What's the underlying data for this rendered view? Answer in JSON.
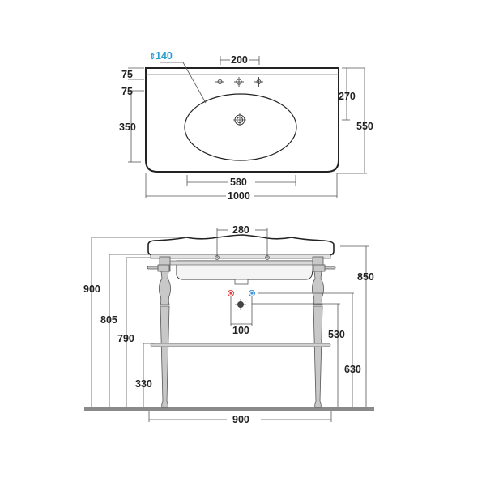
{
  "diagram": {
    "type": "technical-dimension-drawing",
    "subject": "washbasin with console legs",
    "colors": {
      "outline": "#222222",
      "dimension_line": "#555555",
      "leg_fill": "#c8c8c8",
      "floor": "#8a8a8a",
      "overflow_label": "#2a9fd6",
      "hot_tap": "#e04040",
      "cold_tap": "#3a8fd6"
    },
    "top_view": {
      "overflow_height": "140",
      "tap_spacing": "200",
      "edge_offset_1": "75",
      "edge_offset_2": "75",
      "bowl_depth": "350",
      "drain_offset": "270",
      "total_depth": "550",
      "bowl_width": "580",
      "total_width": "1000"
    },
    "front_view": {
      "tap_spacing": "280",
      "total_height": "900",
      "top_height": "850",
      "rim_height": "805",
      "underside_height": "790",
      "shelf_height": "330",
      "supply_height": "630",
      "waste_height": "530",
      "supply_spacing": "100",
      "leg_spacing": "900"
    }
  }
}
